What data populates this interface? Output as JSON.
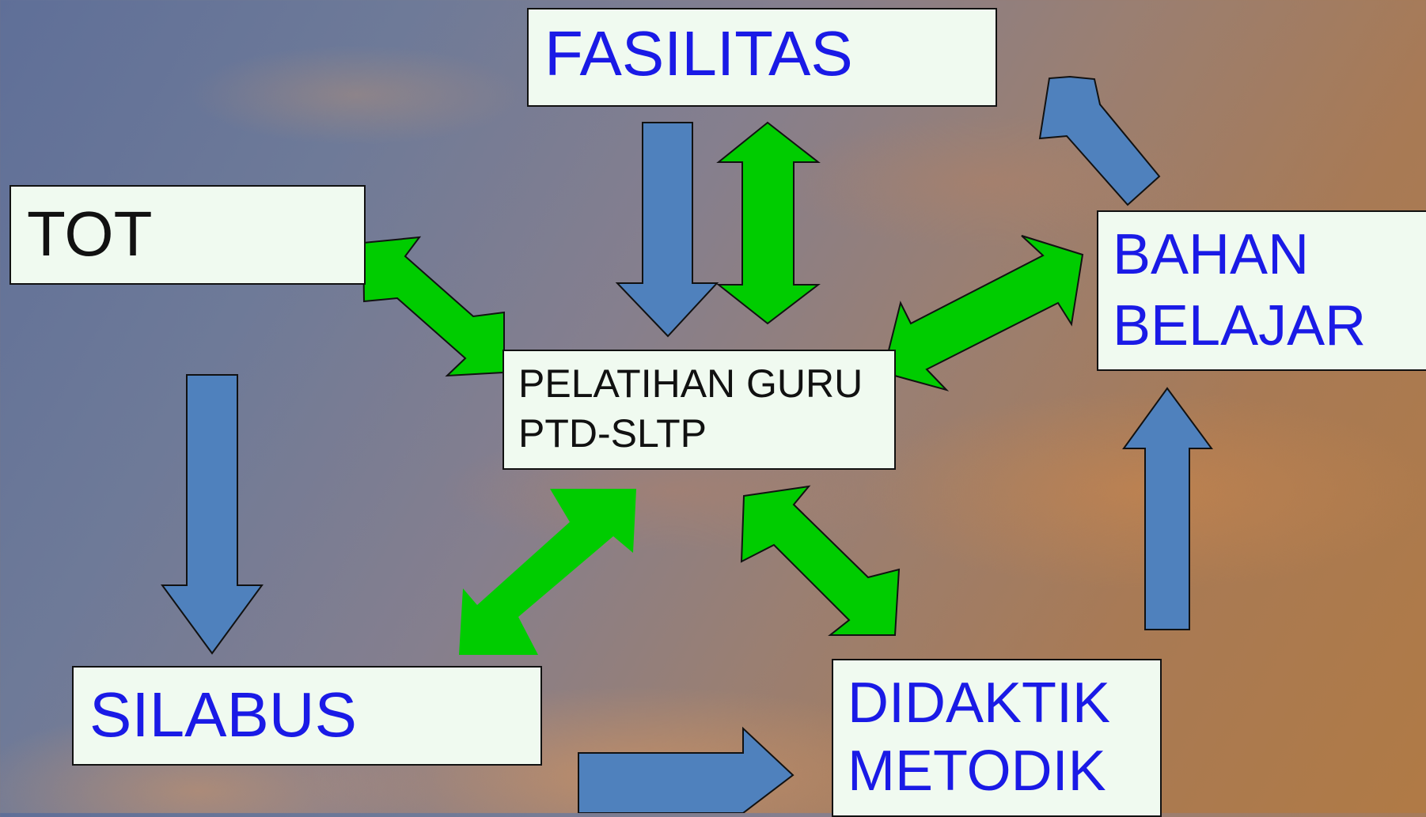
{
  "boxes": {
    "fasilitas": {
      "label": "FASILITAS"
    },
    "tot": {
      "label": "TOT"
    },
    "bahan_belajar": {
      "line1": "BAHAN",
      "line2": "BELAJAR"
    },
    "pelatihan_guru": {
      "line1": "PELATIHAN GURU",
      "line2": "PTD-SLTP"
    },
    "silabus": {
      "label": "SILABUS"
    },
    "didaktik_metodik": {
      "line1": "DIDAKTIK",
      "line2": "METODIK"
    }
  },
  "colors": {
    "box_fill": "#f0faf0",
    "blue_text": "#1a1ae6",
    "black_text": "#111111",
    "blue_arrow": "#4f81bd",
    "green_arrow": "#00cc00"
  }
}
